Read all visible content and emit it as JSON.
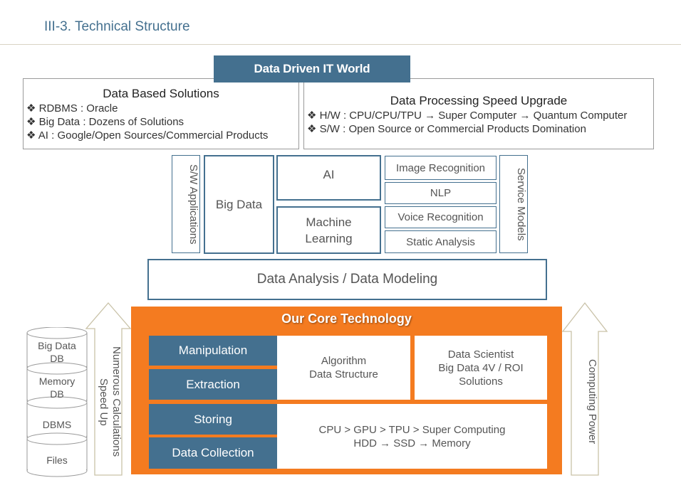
{
  "page_title": "III-3. Technical Structure",
  "banner": "Data Driven IT World",
  "left_panel": {
    "title": "Data Based Solutions",
    "bullets": [
      "❖ RDBMS : Oracle",
      "❖ Big Data : Dozens of Solutions",
      "❖ AI : Google/Open Sources/Commercial Products"
    ]
  },
  "right_panel": {
    "title": "Data Processing Speed Upgrade",
    "bullets": [
      "❖ H/W : CPU/CPU/TPU → Super Computer → Quantum  Computer",
      "❖ S/W : Open Source or Commercial Products Domination"
    ]
  },
  "middle": {
    "sw_applications": "S/W Applications",
    "big_data": "Big Data",
    "ai": "AI",
    "machine_learning_1": "Machine",
    "machine_learning_2": "Learning",
    "services": [
      "Image Recognition",
      "NLP",
      "Voice Recognition",
      "Static Analysis"
    ],
    "service_models": "Service Models"
  },
  "data_analysis": "Data Analysis / Data Modeling",
  "core": {
    "title": "Our Core Technology",
    "layers": [
      "Manipulation",
      "Extraction",
      "Storing",
      "Data Collection"
    ],
    "algo_1": "Algorithm",
    "algo_2": "Data Structure",
    "ds_1": "Data Scientist",
    "ds_2": "Big Data 4V / ROI",
    "ds_3": "Solutions",
    "cpu_1": "CPU > GPU > TPU > Super Computing",
    "cpu_2": "HDD → SSD → Memory"
  },
  "db_stack": {
    "items": [
      {
        "l1": "Big Data",
        "l2": "DB"
      },
      {
        "l1": "Memory",
        "l2": "DB"
      },
      {
        "l1": "DBMS",
        "l2": ""
      },
      {
        "l1": "Files",
        "l2": ""
      }
    ]
  },
  "left_arrow": "Numerous Calculations Speed Up",
  "right_arrow": "Computing Power",
  "colors": {
    "navy": "#44708f",
    "orange": "#f47b20",
    "arrow_border": "#c9c2a8"
  }
}
